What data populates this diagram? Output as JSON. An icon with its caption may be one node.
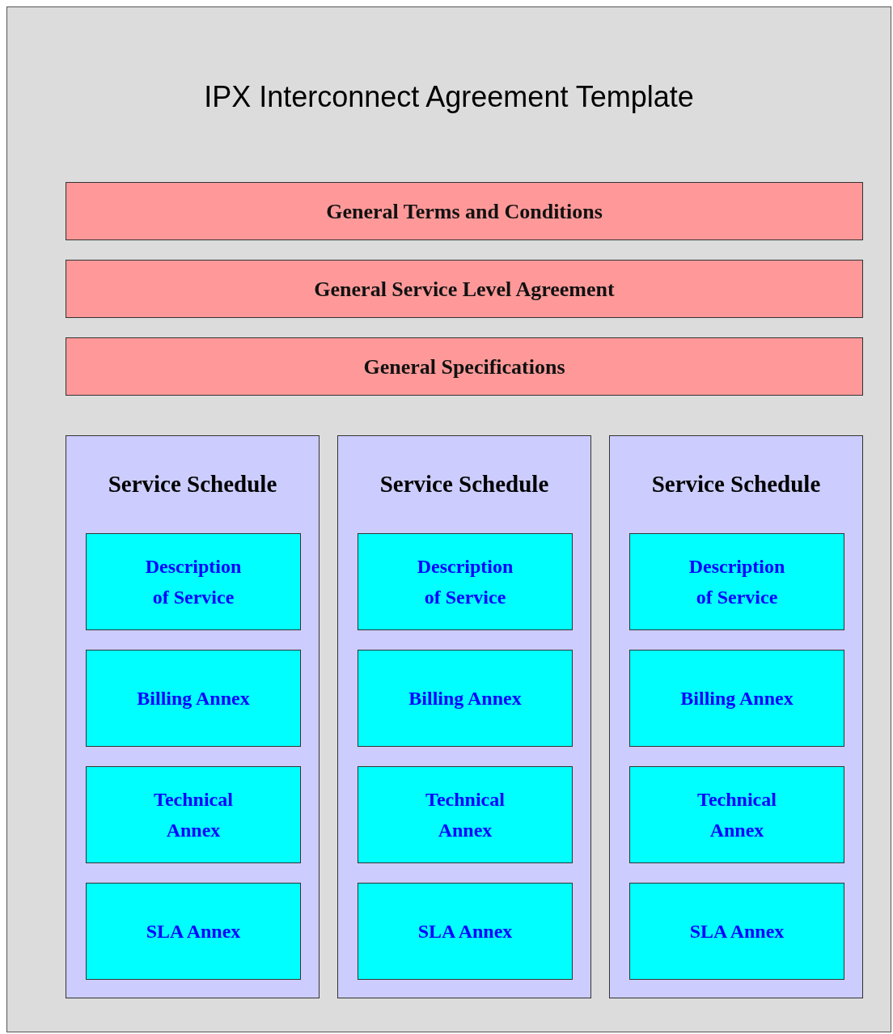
{
  "diagram": {
    "nodes": [
      {
        "text": [
          "IPX Interconnect Agreement Template"
        ]
      },
      {
        "text": [
          "General Terms and Conditions"
        ],
        "in": 0
      },
      {
        "text": [
          "General Service Level Agreement"
        ],
        "in": 0
      },
      {
        "text": [
          "General Specifications"
        ],
        "in": 0
      },
      {
        "text": [
          "Service Schedule"
        ],
        "in": 0
      },
      {
        "text": [
          "Description of Service"
        ],
        "in": 4
      },
      {
        "text": [
          "Billing Annex"
        ],
        "in": 4
      },
      {
        "text": [
          "Technical Annex"
        ],
        "in": 4
      },
      {
        "text": [
          "SLA Annex"
        ],
        "in": 4
      },
      {
        "text": [
          "Service Schedule"
        ],
        "in": 0
      },
      {
        "text": [
          "Description of Service"
        ],
        "in": 9
      },
      {
        "text": [
          "Billing Annex"
        ],
        "in": 9
      },
      {
        "text": [
          "Technical Annex"
        ],
        "in": 9
      },
      {
        "text": [
          "SLA Annex"
        ],
        "in": 9
      },
      {
        "text": [
          "Service Schedule"
        ],
        "in": 0
      },
      {
        "text": [
          "Description of Service"
        ],
        "in": 14
      },
      {
        "text": [
          "Billing Annex"
        ],
        "in": 14
      },
      {
        "text": [
          "Technical Annex"
        ],
        "in": 14
      },
      {
        "text": [
          "SLA Annex"
        ],
        "in": 14
      }
    ]
  }
}
